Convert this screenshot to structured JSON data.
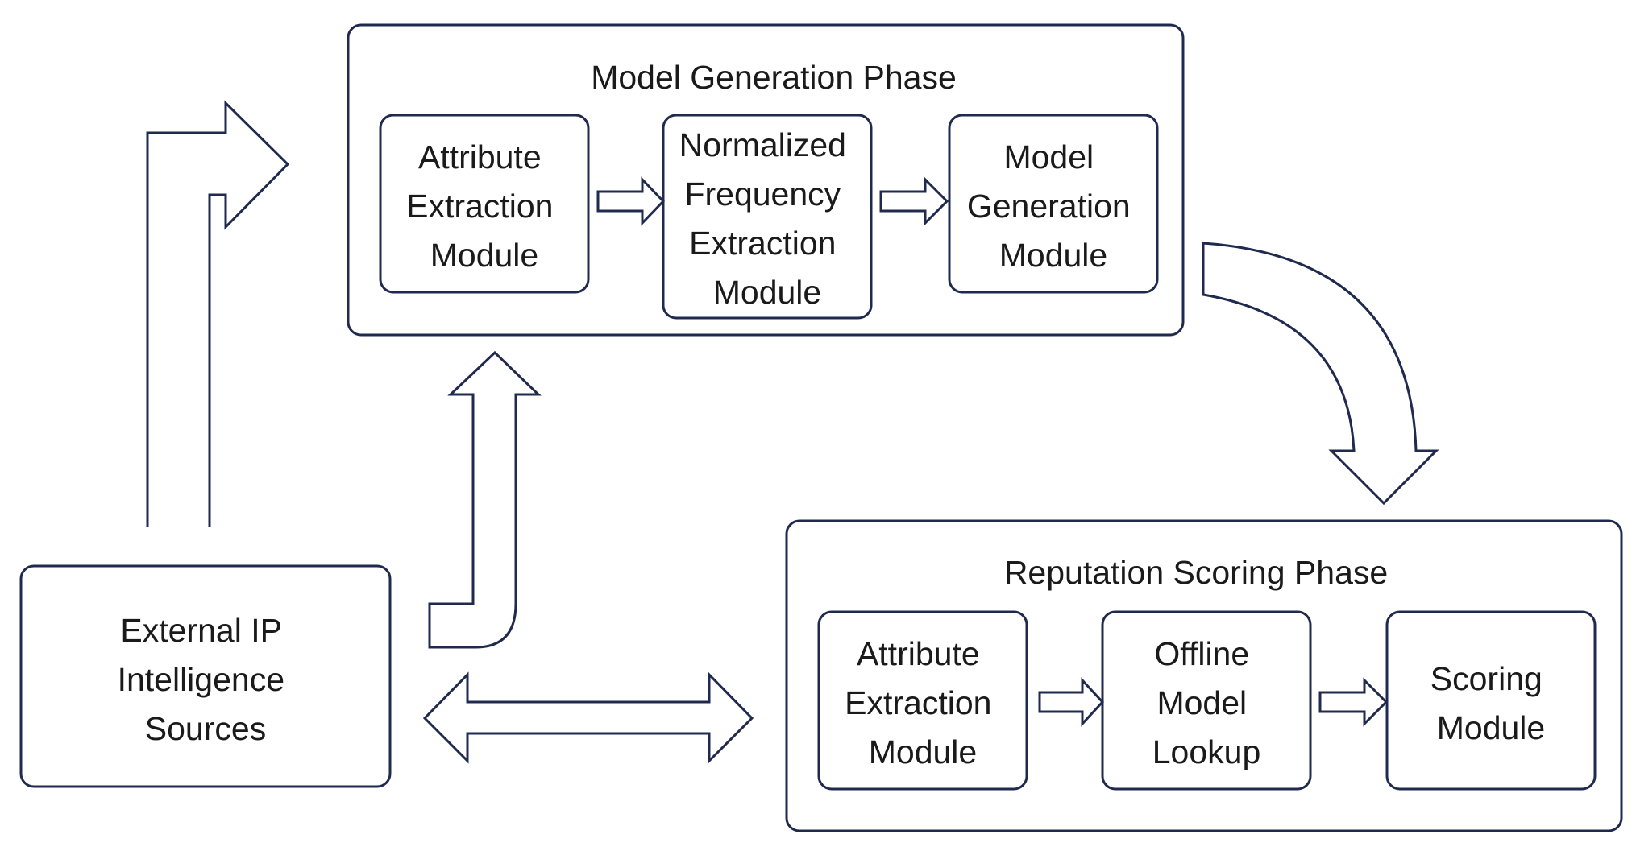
{
  "model_generation_phase": {
    "title": "Model Generation Phase",
    "modules": [
      {
        "lines": [
          "Attribute",
          "Extraction",
          "Module"
        ]
      },
      {
        "lines": [
          "Normalized",
          "Frequency",
          "Extraction",
          "Module"
        ]
      },
      {
        "lines": [
          "Model",
          "Generation",
          "Module"
        ]
      }
    ]
  },
  "reputation_scoring_phase": {
    "title": "Reputation Scoring Phase",
    "modules": [
      {
        "lines": [
          "Attribute",
          "Extraction",
          "Module"
        ]
      },
      {
        "lines": [
          "Offline",
          "Model",
          "Lookup"
        ]
      },
      {
        "lines": [
          "Scoring",
          "Module"
        ]
      }
    ]
  },
  "external_sources": {
    "lines": [
      "External IP",
      "Intelligence",
      "Sources"
    ]
  }
}
